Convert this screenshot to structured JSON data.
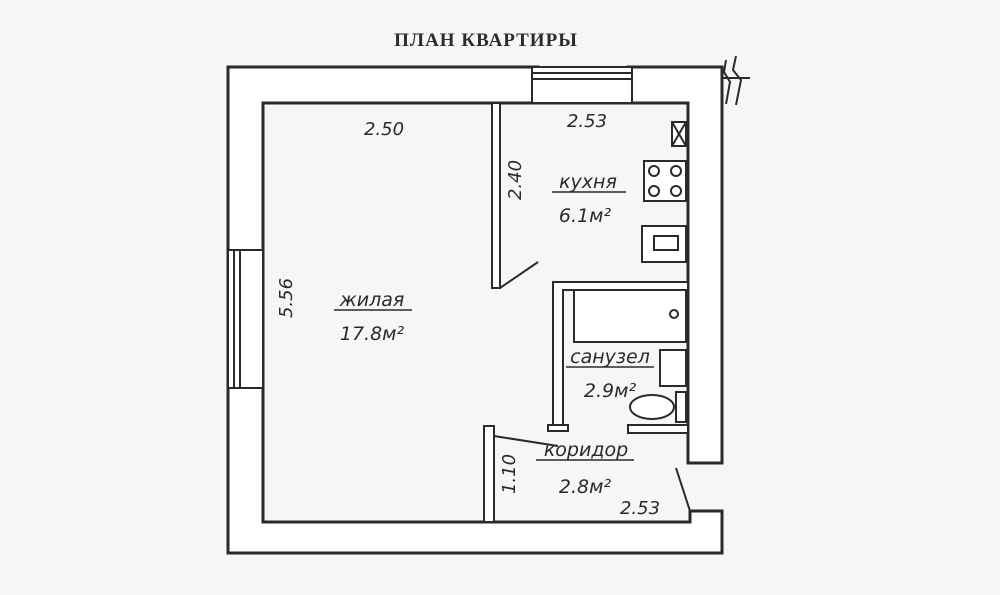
{
  "title": "ПЛАН КВАРТИРЫ",
  "rooms": {
    "living": {
      "name": "жилая",
      "area": "17.8м²"
    },
    "kitchen": {
      "name": "кухня",
      "area": "6.1м²"
    },
    "bathroom": {
      "name": "санузел",
      "area": "2.9м²"
    },
    "corridor": {
      "name": "коридор",
      "area": "2.8м²"
    }
  },
  "dimensions": {
    "living_width": "2.50",
    "living_depth": "5.56",
    "kitchen_width": "2.53",
    "kitchen_depth": "2.40",
    "corridor_width": "2.53",
    "corridor_depth": "1.10"
  },
  "colors": {
    "background": "#f6f6f4",
    "line": "#2a2a2a",
    "wall_fill": "#ffffff"
  }
}
